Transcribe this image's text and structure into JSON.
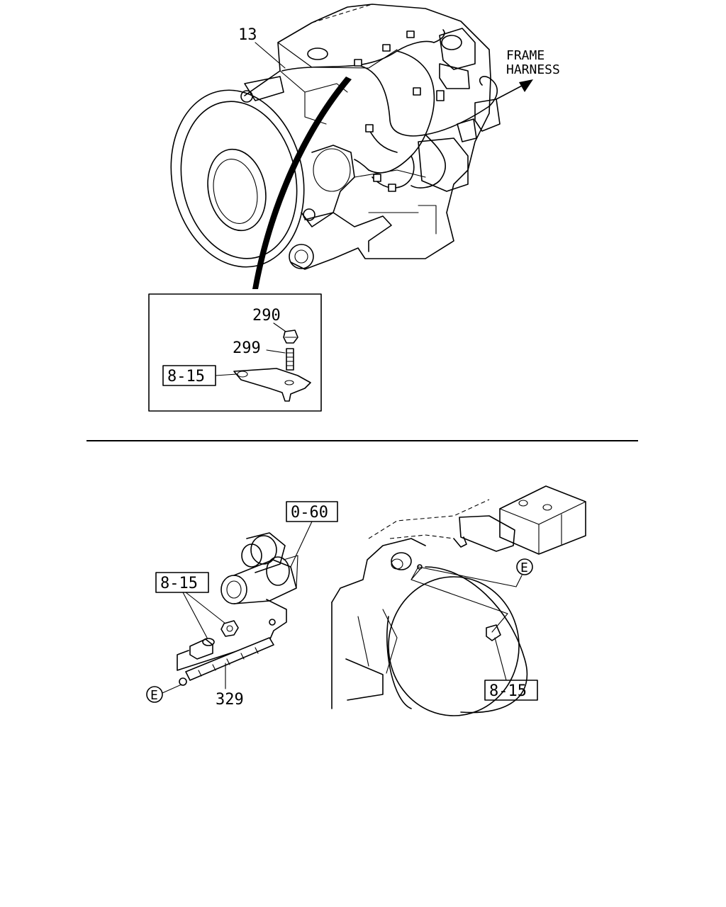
{
  "callouts": {
    "harness": "13",
    "frame_harness_line1": "FRAME",
    "frame_harness_line2": "HARNESS",
    "nut": "290",
    "stud": "299",
    "ref_bracket": "8-15",
    "ref_starter": "0-60",
    "ref_ground_left": "8-15",
    "ground_cable": "329",
    "ground_mark_left": "E",
    "ground_mark_right": "E",
    "ref_ground_right": "8-15"
  }
}
